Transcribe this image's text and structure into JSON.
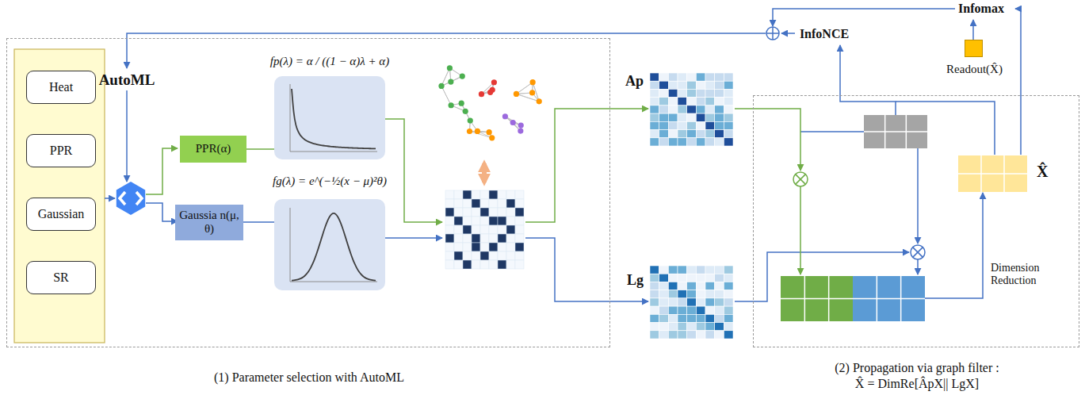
{
  "diagram": {
    "nodes": [
      {
        "text": [
          "(1) Parameter selection with AutoML"
        ]
      },
      {
        "text": [
          "Heat"
        ],
        "in": 0
      },
      {
        "text": [
          "PPR"
        ],
        "in": 0
      },
      {
        "text": [
          "Gaussian"
        ],
        "in": 0
      },
      {
        "text": [
          "SR"
        ],
        "in": 0
      },
      {
        "text": [
          "PPR(α)"
        ],
        "in": 0
      },
      {
        "text": [
          "Gaussia n(μ, θ)"
        ],
        "in": 0
      },
      {
        "text": [
          "fp(λ) = α / ((1 − α)λ + α)"
        ],
        "in": 0
      },
      {
        "text": [
          "fg(λ) = e^(−½(x − μ)²θ)"
        ],
        "in": 0
      },
      {
        "text": [
          "Ap"
        ]
      },
      {
        "text": [
          "Lg"
        ]
      },
      {
        "text": [
          "(2) Propagation via graph filter :",
          "X̂ = DimRe[ÂpX|| LgX]"
        ]
      },
      {
        "text": [
          "X̂"
        ],
        "in": 11
      },
      {
        "text": [
          "Readout(X̂)"
        ]
      }
    ],
    "edges": [
      {
        "from": 5,
        "to": 7,
        "arrow": "none"
      },
      {
        "from": 6,
        "to": 8,
        "arrow": "none"
      }
    ],
    "labels": [
      "AutoML",
      "Infomax",
      "InfoNCE",
      "Dimension Reduction"
    ]
  }
}
